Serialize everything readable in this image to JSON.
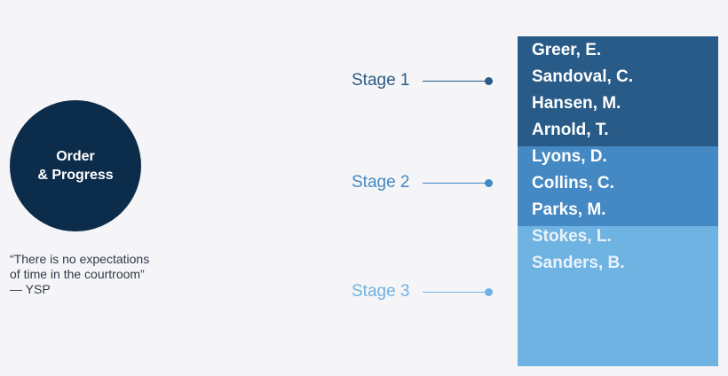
{
  "circle": {
    "line1": "Order",
    "line2": "& Progress"
  },
  "quote": {
    "line1": "“There is no expectations",
    "line2": "of time in the courtroom”",
    "attribution": "— YSP"
  },
  "stages": [
    {
      "label": "Stage 1",
      "color": "#285b88"
    },
    {
      "label": "Stage 2",
      "color": "#4488c4"
    },
    {
      "label": "Stage 3",
      "color": "#6fb3e2"
    }
  ],
  "names": [
    "Greer, E.",
    "Sandoval, C.",
    "Hansen, M.",
    "Arnold, T.",
    "Lyons, D.",
    "Collins, C.",
    "Parks, M.",
    "Stokes, L.",
    "Sanders, B."
  ],
  "colors": {
    "circle": "#0c2c4c",
    "background": "#f5f5f7"
  }
}
